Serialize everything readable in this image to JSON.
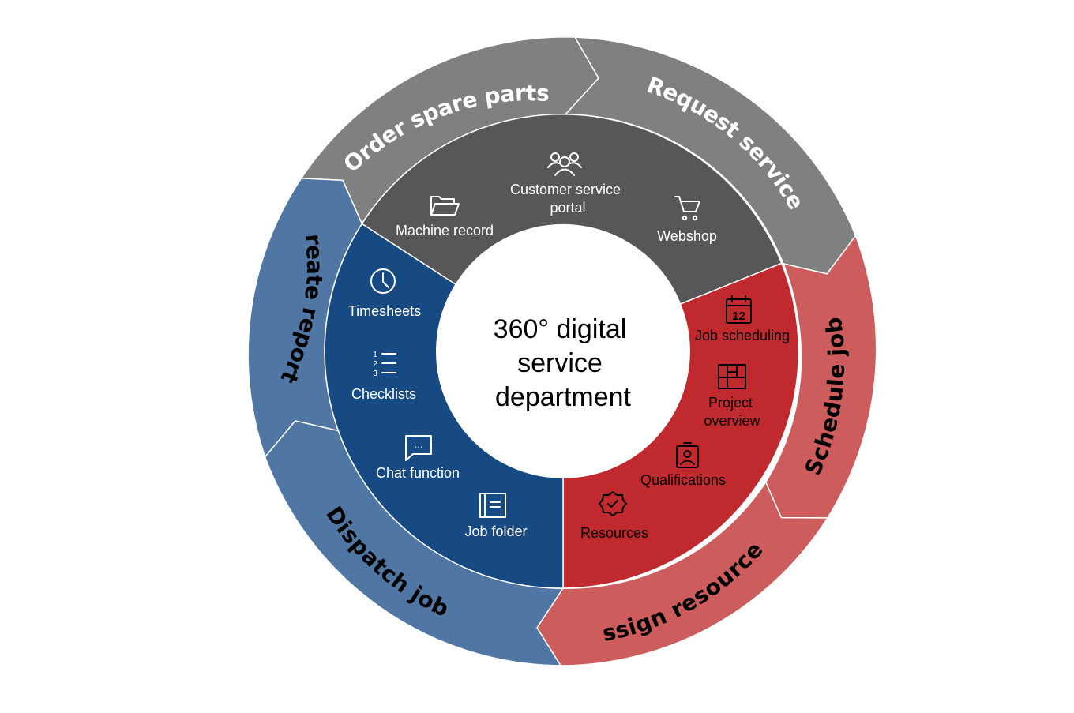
{
  "center": {
    "lines": [
      "360° digital",
      "service",
      "department"
    ]
  },
  "outer_ring": [
    {
      "label": "Order spare parts",
      "color": "#808080",
      "text_color": "#ffffff"
    },
    {
      "label": "Request service",
      "color": "#808080",
      "text_color": "#ffffff"
    },
    {
      "label": "Schedule job",
      "color": "#cd5c5c",
      "text_color": "#000000"
    },
    {
      "label": "Assign resources",
      "color": "#cd5c5c",
      "text_color": "#000000"
    },
    {
      "label": "Dispatch job",
      "color": "#5077a4",
      "text_color": "#000000"
    },
    {
      "label": "Create reports",
      "color": "#5077a4",
      "text_color": "#000000"
    }
  ],
  "inner_ring": {
    "colors": {
      "gray": "#575757",
      "red": "#c0292e",
      "blue": "#174a82"
    },
    "items": {
      "customer_portal": {
        "lines": [
          "Customer service",
          "portal"
        ],
        "icon": "people-icon"
      },
      "machine_record": {
        "lines": [
          "Machine record"
        ],
        "icon": "folder-icon"
      },
      "webshop": {
        "lines": [
          "Webshop"
        ],
        "icon": "cart-icon"
      },
      "job_scheduling": {
        "lines": [
          "Job scheduling"
        ],
        "icon": "calendar-icon",
        "icon_text": "12"
      },
      "project_overview": {
        "lines": [
          "Project",
          "overview"
        ],
        "icon": "board-icon"
      },
      "qualifications": {
        "lines": [
          "Qualifications"
        ],
        "icon": "id-badge-icon"
      },
      "resources": {
        "lines": [
          "Resources"
        ],
        "icon": "badge-check-icon"
      },
      "timesheets": {
        "lines": [
          "Timesheets"
        ],
        "icon": "clock-icon"
      },
      "checklists": {
        "lines": [
          "Checklists"
        ],
        "icon": "numbered-list-icon",
        "icon_text": [
          "1",
          "2",
          "3"
        ]
      },
      "chat_function": {
        "lines": [
          "Chat function"
        ],
        "icon": "chat-icon",
        "icon_text": "..."
      },
      "job_folder": {
        "lines": [
          "Job folder"
        ],
        "icon": "document-icon"
      }
    }
  }
}
